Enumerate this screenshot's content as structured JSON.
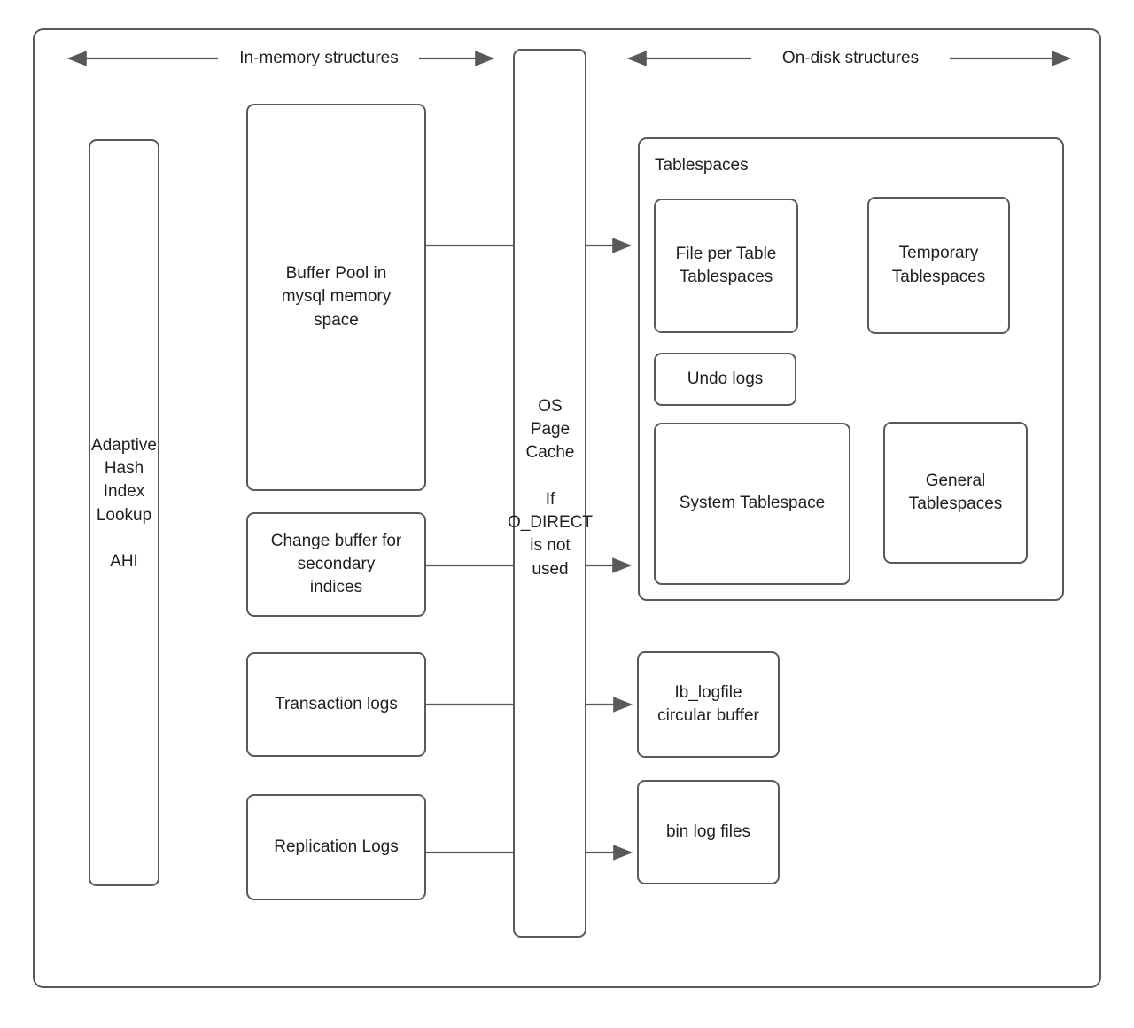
{
  "diagram": {
    "title_in_memory": "In-memory structures",
    "title_on_disk": "On-disk structures",
    "stroke_color": "#595959",
    "text_color": "#1f1f1f",
    "background": "#ffffff"
  },
  "boxes": {
    "ahi": "Adaptive\nHash\nIndex\nLookup\n\nAHI",
    "buffer_pool": "Buffer Pool in\nmysql memory\nspace",
    "change_buffer": "Change buffer for\nsecondary\nindices",
    "transaction_logs": "Transaction logs",
    "replication_logs": "Replication Logs",
    "os_page_cache": "OS\nPage\nCache\n\nIf\nO_DIRECT\nis not\nused",
    "tablespaces_title": "Tablespaces",
    "file_per_table": "File per Table\nTablespaces",
    "temporary_tablespaces": "Temporary\nTablespaces",
    "undo_logs": "Undo logs",
    "system_tablespace": "System Tablespace",
    "general_tablespaces": "General\nTablespaces",
    "ib_logfile": "Ib_logfile\ncircular buffer",
    "bin_log_files": "bin log files"
  }
}
